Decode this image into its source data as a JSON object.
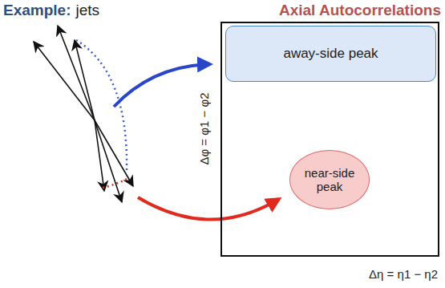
{
  "diagram": {
    "title": "Axial Autocorrelations",
    "nodes": [
      {
        "text": [
          "Δφ = φ1 − φ2",
          "Δη = η1 − η2"
        ]
      },
      {
        "text": [
          "away-side peak"
        ],
        "in": 0
      },
      {
        "text": [
          "near-side peak"
        ],
        "in": 0
      }
    ],
    "labels": [
      "Example:",
      "jets"
    ]
  }
}
